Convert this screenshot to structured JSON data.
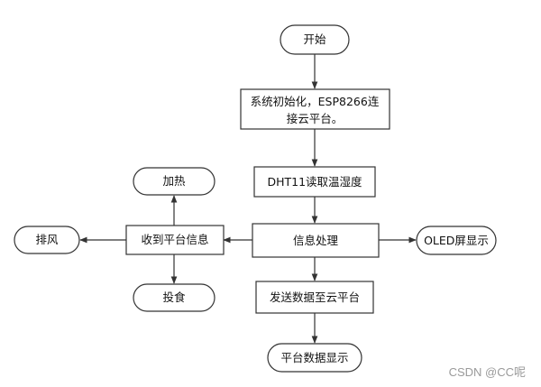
{
  "diagram": {
    "nodes": {
      "start": "开始",
      "init_1": "系统初始化，ESP8266连",
      "init_2": "接云平台。",
      "dht": "DHT11读取温湿度",
      "process": "信息处理",
      "oled": "OLED屏显示",
      "receive": "收到平台信息",
      "heat": "加热",
      "exhaust": "排风",
      "feed": "投食",
      "send": "发送数据至云平台",
      "display": "平台数据显示"
    },
    "watermark": "CSDN @CC呢"
  },
  "colors": {
    "stroke": "#333333",
    "text": "#111111",
    "watermark": "#9a9a9a"
  }
}
